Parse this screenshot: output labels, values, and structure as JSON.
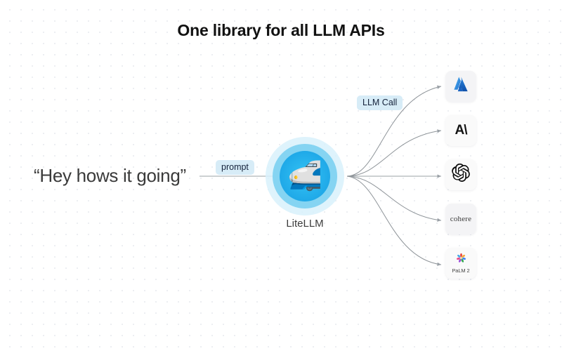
{
  "page": {
    "title": "One library for all LLM APIs",
    "background_color": "#ffffff",
    "dot_grid_color": "#eceef2"
  },
  "input": {
    "prompt_text": "“Hey hows it going”"
  },
  "badges": {
    "prompt": "prompt",
    "llm_call": "LLM Call",
    "badge_bg_color": "#d7ecf7",
    "badge_text_color": "#14213a"
  },
  "hub": {
    "label": "LiteLLM",
    "icon": "bullet-train-emoji",
    "icon_glyph": "🚅",
    "ring_outer_color": "#d8f1fb",
    "ring_mid_color": "#85d4f2",
    "ring_inner_color": "#29b6f0"
  },
  "providers": [
    {
      "id": "azure",
      "name": "Azure",
      "label": "",
      "icon": "azure-logo-icon"
    },
    {
      "id": "anthropic",
      "name": "Anthropic",
      "label": "",
      "icon": "anthropic-logo-icon"
    },
    {
      "id": "openai",
      "name": "OpenAI",
      "label": "",
      "icon": "openai-logo-icon"
    },
    {
      "id": "cohere",
      "name": "Cohere",
      "label": "cohere",
      "icon": "cohere-wordmark-icon"
    },
    {
      "id": "palm2",
      "name": "PaLM 2",
      "label": "PaLM 2",
      "icon": "palm2-spark-icon"
    }
  ],
  "connectors": {
    "line_color": "#9aa0a6",
    "arrow_color": "#9aa0a6",
    "count": 6
  }
}
